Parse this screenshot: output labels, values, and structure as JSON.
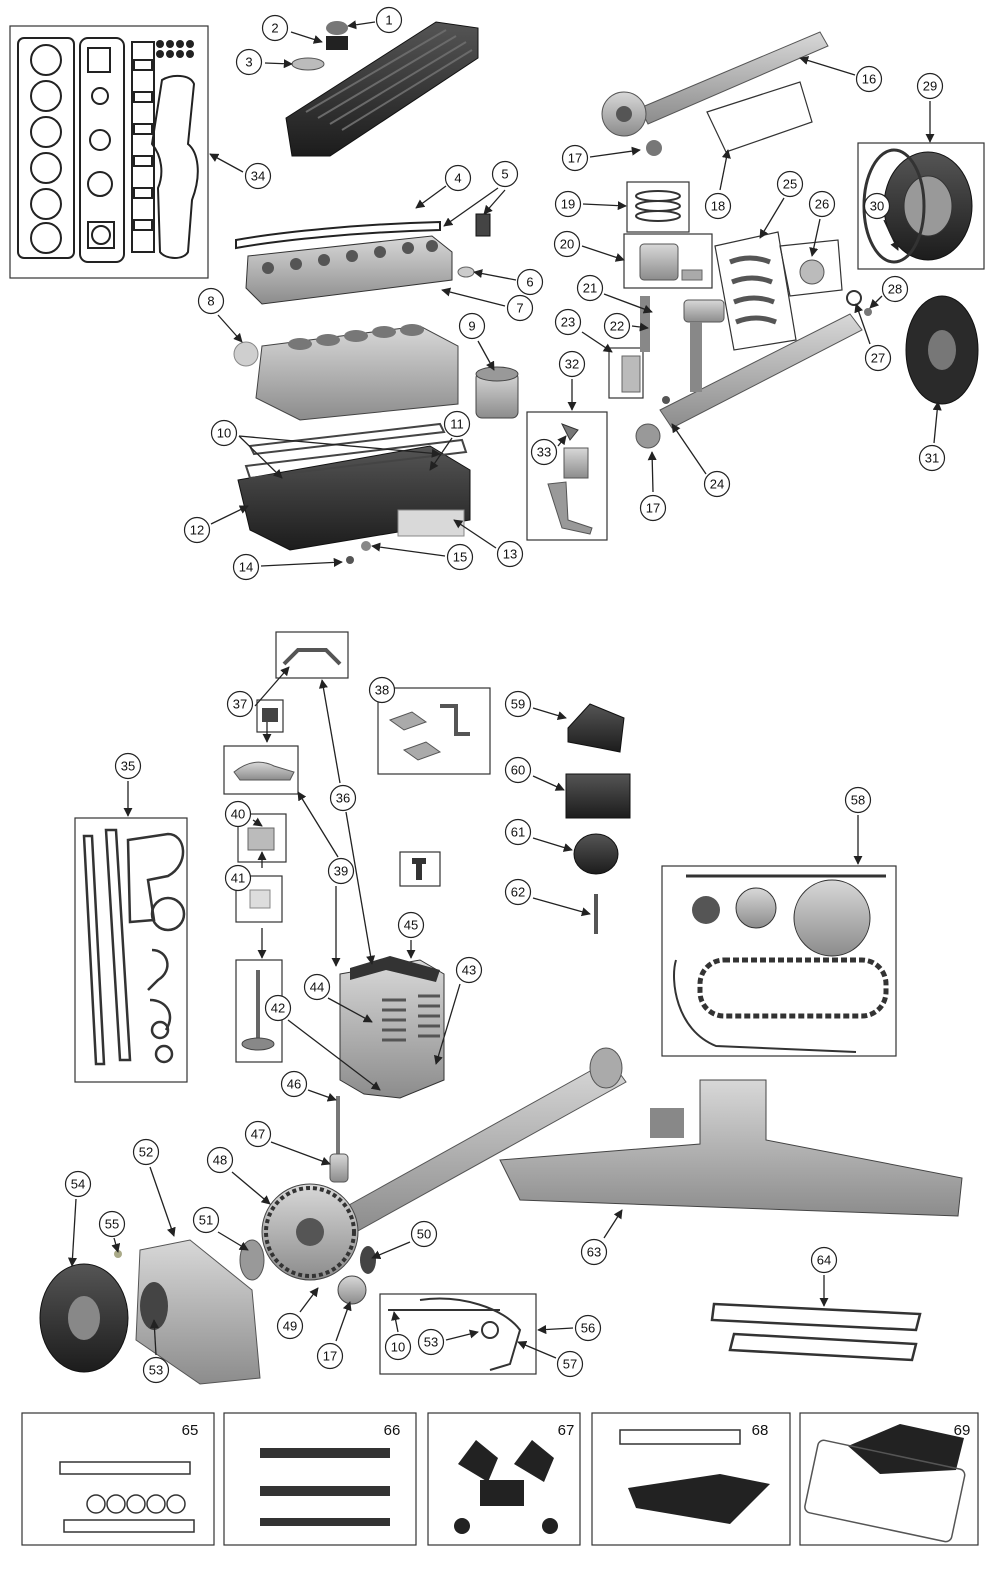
{
  "callouts": [
    "1",
    "2",
    "3",
    "4",
    "5",
    "6",
    "7",
    "8",
    "9",
    "10",
    "10",
    "11",
    "12",
    "13",
    "14",
    "15",
    "16",
    "17",
    "17",
    "17",
    "18",
    "19",
    "20",
    "21",
    "22",
    "23",
    "24",
    "25",
    "26",
    "27",
    "28",
    "29",
    "30",
    "31",
    "32",
    "33",
    "34",
    "35",
    "36",
    "37",
    "38",
    "39",
    "40",
    "41",
    "42",
    "43",
    "44",
    "45",
    "46",
    "47",
    "48",
    "49",
    "50",
    "51",
    "52",
    "53",
    "53",
    "54",
    "55",
    "56",
    "57",
    "58",
    "59",
    "60",
    "61",
    "62",
    "63",
    "64"
  ],
  "kits": [
    "65",
    "66",
    "67",
    "68",
    "69"
  ],
  "colors": {
    "line": "#222222",
    "part_dark": "#2e2e2e",
    "part_mid": "#8a8a8a",
    "part_light": "#c9c9c9",
    "box_border": "#333333"
  }
}
